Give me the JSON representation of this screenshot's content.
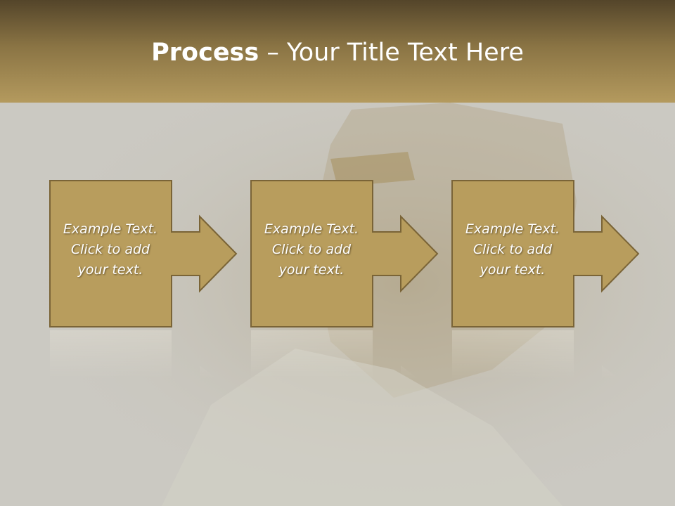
{
  "slide": {
    "title_bold": "Process",
    "title_rest": " – Your Title Text Here"
  },
  "steps": [
    {
      "lines": [
        "Example Text.",
        "Click  to add",
        "your text."
      ]
    },
    {
      "lines": [
        "Example Text.",
        "Click  to add",
        "your text."
      ]
    },
    {
      "lines": [
        "Example Text.",
        "Click  to add",
        "your text."
      ]
    }
  ],
  "colors": {
    "box_fill": "#b89d5d",
    "box_stroke": "#7a6437",
    "header_dark": "#54452a",
    "header_light": "#b49a5e",
    "background": "#cbc9c2"
  },
  "icons": [
    "right-arrow-icon"
  ]
}
